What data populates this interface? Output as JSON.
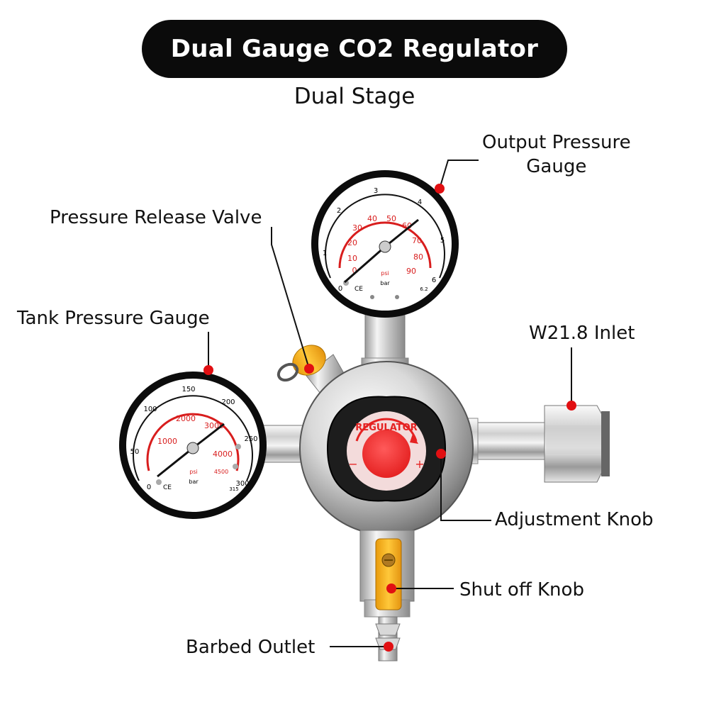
{
  "header": {
    "title": "Dual Gauge CO2 Regulator",
    "subtitle": "Dual Stage"
  },
  "callouts": {
    "output_pressure_gauge_line1": "Output Pressure",
    "output_pressure_gauge_line2": "Gauge",
    "pressure_release_valve": "Pressure Release Valve",
    "tank_pressure_gauge": "Tank Pressure Gauge",
    "inlet": "W21.8 Inlet",
    "adjustment_knob": "Adjustment Knob",
    "shut_off_knob": "Shut off Knob",
    "barbed_outlet": "Barbed Outlet"
  },
  "output_gauge": {
    "bar_ticks": [
      "0",
      "1",
      "2",
      "3",
      "4",
      "5",
      "6"
    ],
    "psi_ticks": [
      "0",
      "10",
      "20",
      "30",
      "40",
      "50",
      "60",
      "70",
      "80",
      "90"
    ],
    "unit_psi": "psi",
    "unit_bar": "bar",
    "max_label": "6.2",
    "mark": "CE"
  },
  "tank_gauge": {
    "bar_ticks": [
      "0",
      "50",
      "100",
      "150",
      "200",
      "250",
      "300"
    ],
    "psi_ticks": [
      "1000",
      "2000",
      "3000",
      "4000",
      "4500"
    ],
    "unit_psi": "psi",
    "unit_bar": "bar",
    "max_label": "315",
    "mark": "CE"
  },
  "knob": {
    "label": "REGULATOR",
    "minus": "−",
    "plus": "+"
  },
  "colors": {
    "marker": "#e10f12",
    "knob_red": "#f03a3a",
    "handle_yellow": "#f6b51a",
    "gauge_red": "#d81d1d"
  }
}
